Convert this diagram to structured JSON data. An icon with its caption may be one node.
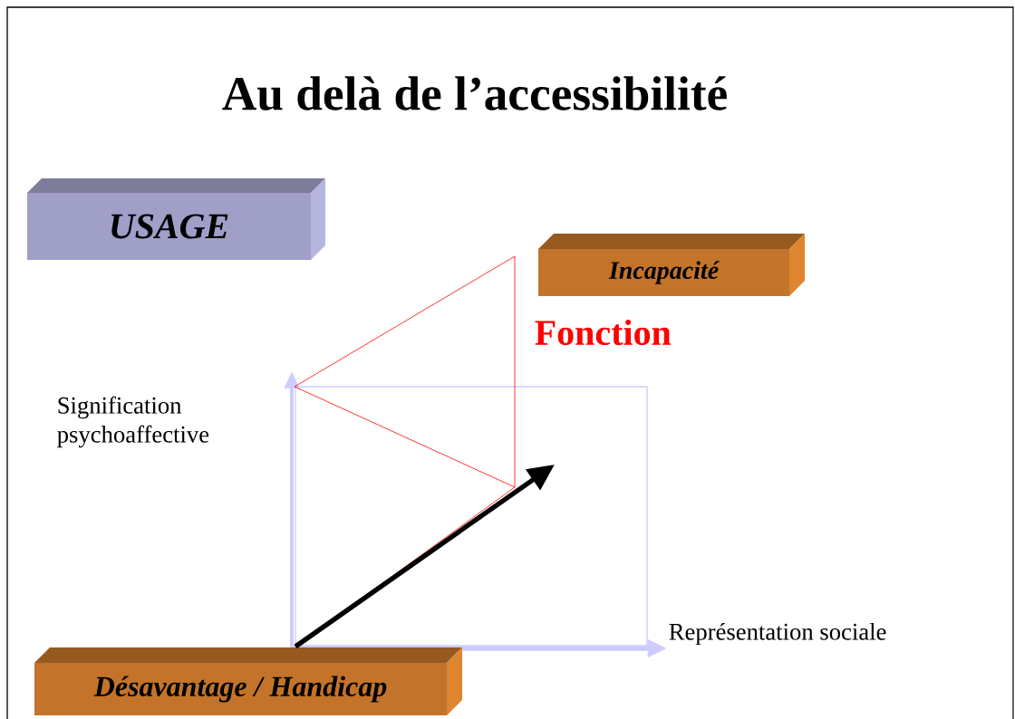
{
  "diagram": {
    "title": "Au delà de l’accessibilité",
    "nodes": [
      {
        "text": [
          "USAGE"
        ]
      },
      {
        "text": [
          "Incapacité"
        ]
      },
      {
        "text": [
          "Désavantage / Handicap"
        ]
      }
    ],
    "labels": [
      "Fonction",
      "Signification psychoaffective",
      "Représentation sociale"
    ]
  }
}
